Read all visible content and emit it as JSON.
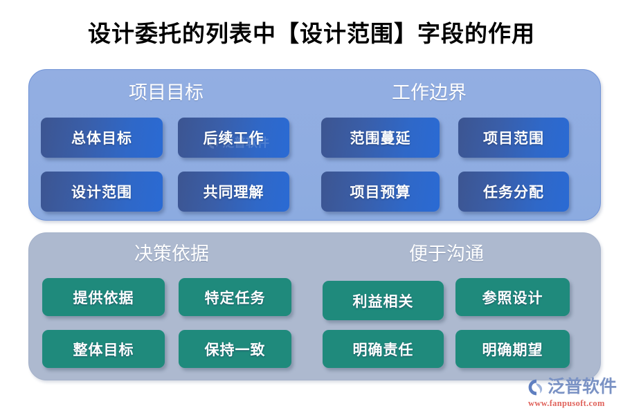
{
  "title": "设计委托的列表中【设计范围】字段的作用",
  "panels": [
    {
      "id": "panel-blue",
      "style": "blue",
      "sections": [
        {
          "heading": "项目目标",
          "tiles": [
            "总体目标",
            "后续工作",
            "设计范围",
            "共同理解"
          ]
        },
        {
          "heading": "工作边界",
          "tiles": [
            "范围蔓延",
            "项目范围",
            "项目预算",
            "任务分配"
          ]
        }
      ]
    },
    {
      "id": "panel-gray",
      "style": "gray",
      "sections": [
        {
          "heading": "决策依据",
          "tiles": [
            "提供依据",
            "特定任务",
            "整体目标",
            "保持一致"
          ]
        },
        {
          "heading": "便于沟通",
          "tiles": [
            "利益相关",
            "参照设计",
            "明确责任",
            "明确期望"
          ]
        }
      ]
    }
  ],
  "logo": {
    "name": "泛普软件",
    "url": "www.fanpusoft.com",
    "mark": "fanpu-swoosh-icon"
  },
  "colors": {
    "panel_blue": "#90ade1",
    "panel_gray": "#adb9cf",
    "tile_blue_start": "#3c5591",
    "tile_blue_end": "#2a6ad4",
    "tile_green": "#1f8a7c",
    "title_text": "#000000",
    "heading_text": "#ffffff",
    "logo_text": "#7a92c4",
    "logo_url": "#e0635c"
  }
}
